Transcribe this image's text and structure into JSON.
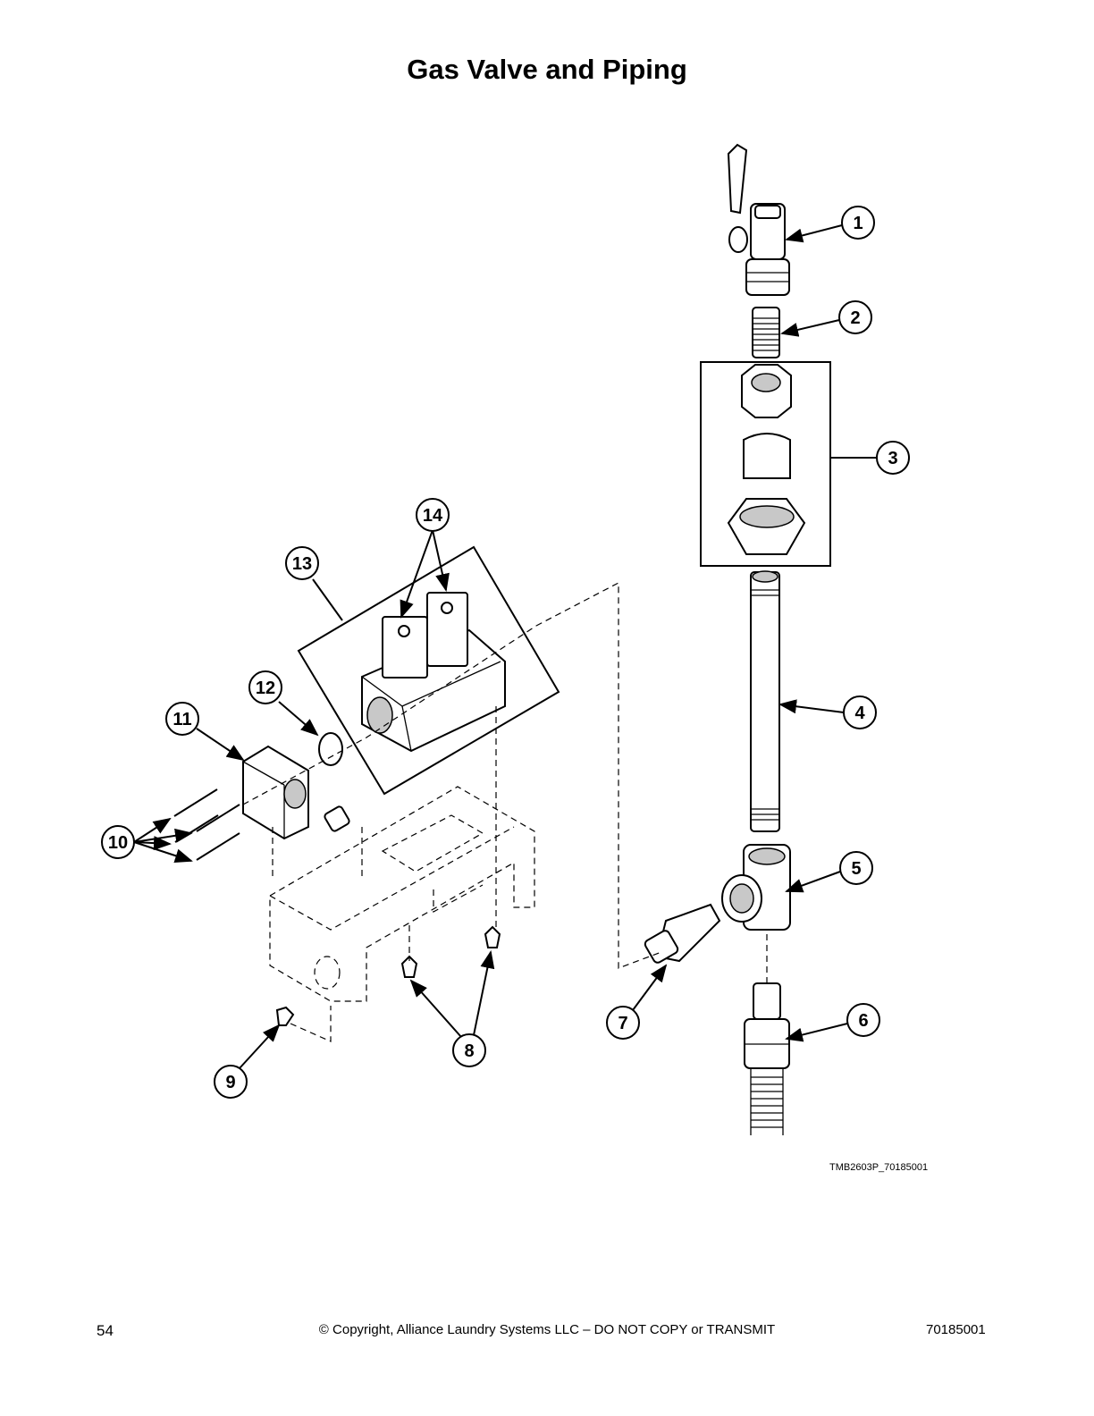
{
  "title": "Gas Valve and Piping",
  "figure_id": "TMB2603P_70185001",
  "callouts": [
    "1",
    "2",
    "3",
    "4",
    "5",
    "6",
    "7",
    "8",
    "9",
    "10",
    "11",
    "12",
    "13",
    "14"
  ],
  "footer": {
    "page_number": "54",
    "copyright": "© Copyright, Alliance Laundry Systems LLC – DO NOT COPY or TRANSMIT",
    "doc_number": "70185001"
  }
}
